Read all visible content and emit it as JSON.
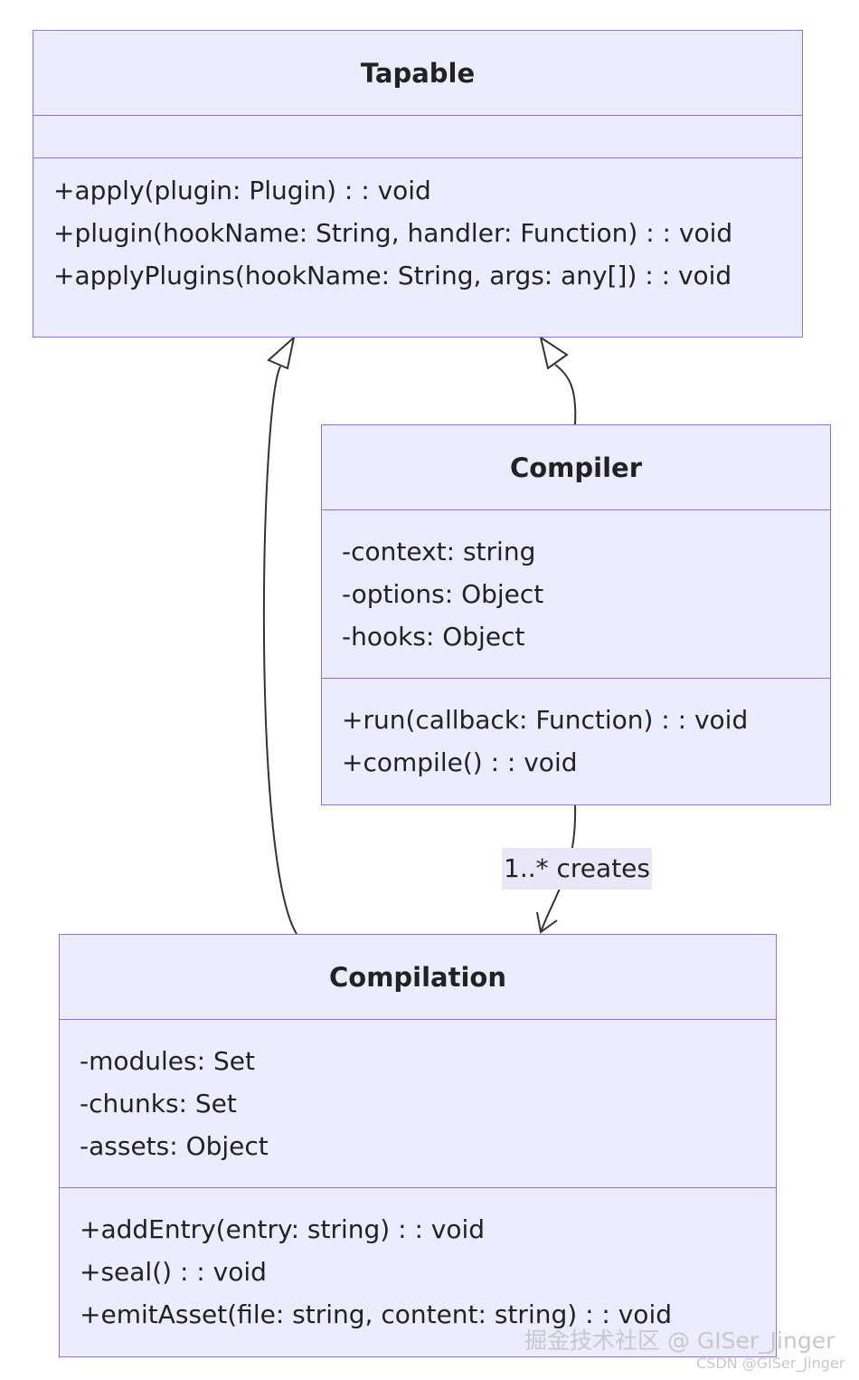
{
  "classes": {
    "tapable": {
      "name": "Tapable",
      "attributes": [],
      "methods": [
        "+apply(plugin: Plugin) : : void",
        "+plugin(hookName: String, handler: Function) : : void",
        "+applyPlugins(hookName: String, args: any[]) : : void"
      ]
    },
    "compiler": {
      "name": "Compiler",
      "attributes": [
        "-context: string",
        "-options: Object",
        "-hooks: Object"
      ],
      "methods": [
        "+run(callback: Function) : : void",
        "+compile() : : void"
      ]
    },
    "compilation": {
      "name": "Compilation",
      "attributes": [
        "-modules: Set",
        "-chunks: Set",
        "-assets: Object"
      ],
      "methods": [
        "+addEntry(entry: string) : : void",
        "+seal() : : void",
        "+emitAsset(file: string, content: string) : : void"
      ]
    }
  },
  "relations": {
    "compiler_creates_compilation": "1..* creates"
  },
  "watermark": {
    "line1": "掘金技术社区 @ GISer_Jinger",
    "line2": "CSDN @GISer_Jinger"
  },
  "colors": {
    "fill": "#ececff",
    "border": "#9370db",
    "edge": "#333333",
    "label_bg": "#e8e8f8"
  }
}
